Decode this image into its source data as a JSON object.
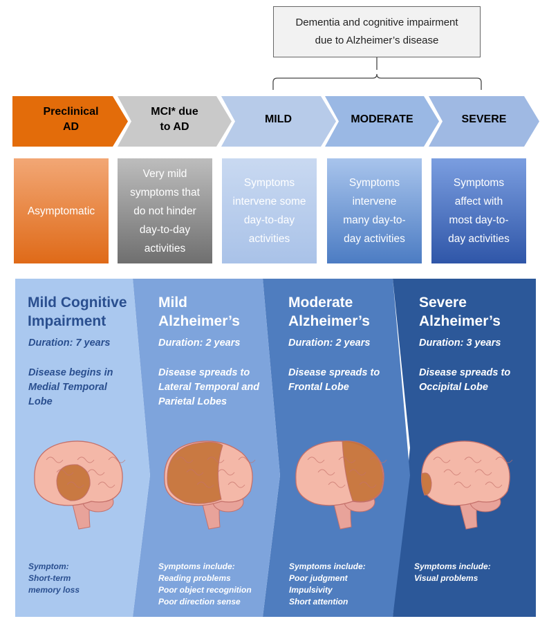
{
  "top_box": {
    "line1": "Dementia and cognitive impairment",
    "line2": "due to Alzheimer’s disease"
  },
  "stages": [
    {
      "line1": "Preclinical",
      "line2": "AD",
      "color": "#e36c0a",
      "text_color": "#1a1a1a"
    },
    {
      "line1": "MCI* due",
      "line2": "to AD",
      "color": "#c9c9c9",
      "text_color": "#1a1a1a"
    },
    {
      "line1": "MILD",
      "line2": "",
      "color": "#b7cbe9",
      "text_color": "#1a1a1a"
    },
    {
      "line1": "MODERATE",
      "line2": "",
      "color": "#9ab8e4",
      "text_color": "#1a1a1a"
    },
    {
      "line1": "SEVERE",
      "line2": "",
      "color": "#9fb9e3",
      "text_color": "#1a1a1a"
    }
  ],
  "descriptions": [
    {
      "lines": [
        "Asymptomatic"
      ]
    },
    {
      "lines": [
        "Very mild",
        "symptoms that",
        "do not hinder",
        "day-to-day",
        "activities"
      ]
    },
    {
      "lines": [
        "Symptoms",
        "intervene some",
        "day-to-day",
        "activities"
      ]
    },
    {
      "lines": [
        "Symptoms",
        "intervene",
        "many day-to-",
        "day activities"
      ]
    },
    {
      "lines": [
        "Symptoms",
        "affect with",
        "most day-to-",
        "day activities"
      ]
    }
  ],
  "panels": [
    {
      "title": [
        "Mild Cognitive",
        "Impairment"
      ],
      "duration": "Duration: 7 years",
      "spread": [
        "Disease begins in",
        "Medial Temporal",
        "Lobe"
      ],
      "symptoms": [
        "Symptom:",
        "Short-term",
        "memory loss"
      ],
      "bg": "#aac8ef",
      "title_color": "#2a4f8f",
      "text_color": "#2a4f8f",
      "brain_region": "medial-temporal"
    },
    {
      "title": [
        "Mild",
        "Alzheimer’s"
      ],
      "duration": "Duration: 2 years",
      "spread": [
        "Disease spreads to",
        "Lateral Temporal and",
        "Parietal Lobes"
      ],
      "symptoms": [
        "Symptoms include:",
        "Reading problems",
        "Poor object recognition",
        "Poor direction sense"
      ],
      "bg": "#7ea4dc",
      "title_color": "#ffffff",
      "text_color": "#ffffff",
      "brain_region": "temporal-parietal"
    },
    {
      "title": [
        "Moderate",
        "Alzheimer’s"
      ],
      "duration": "Duration: 2 years",
      "spread": [
        "Disease spreads to",
        "Frontal Lobe"
      ],
      "symptoms": [
        "Symptoms include:",
        "Poor judgment",
        "Impulsivity",
        "Short attention"
      ],
      "bg": "#4f7dbf",
      "title_color": "#ffffff",
      "text_color": "#ffffff",
      "brain_region": "frontal"
    },
    {
      "title": [
        "Severe",
        "Alzheimer’s"
      ],
      "duration": "Duration: 3 years",
      "spread": [
        "Disease spreads to",
        "Occipital Lobe"
      ],
      "symptoms": [
        "Symptoms include:",
        "Visual problems"
      ],
      "bg": "#2c5899",
      "title_color": "#ffffff",
      "text_color": "#ffffff",
      "brain_region": "occipital"
    }
  ],
  "colors": {
    "brain": "#f4b8a8",
    "brain_outline": "#c4706a",
    "affected": "#c4733a",
    "stem": "#e8a39a"
  }
}
